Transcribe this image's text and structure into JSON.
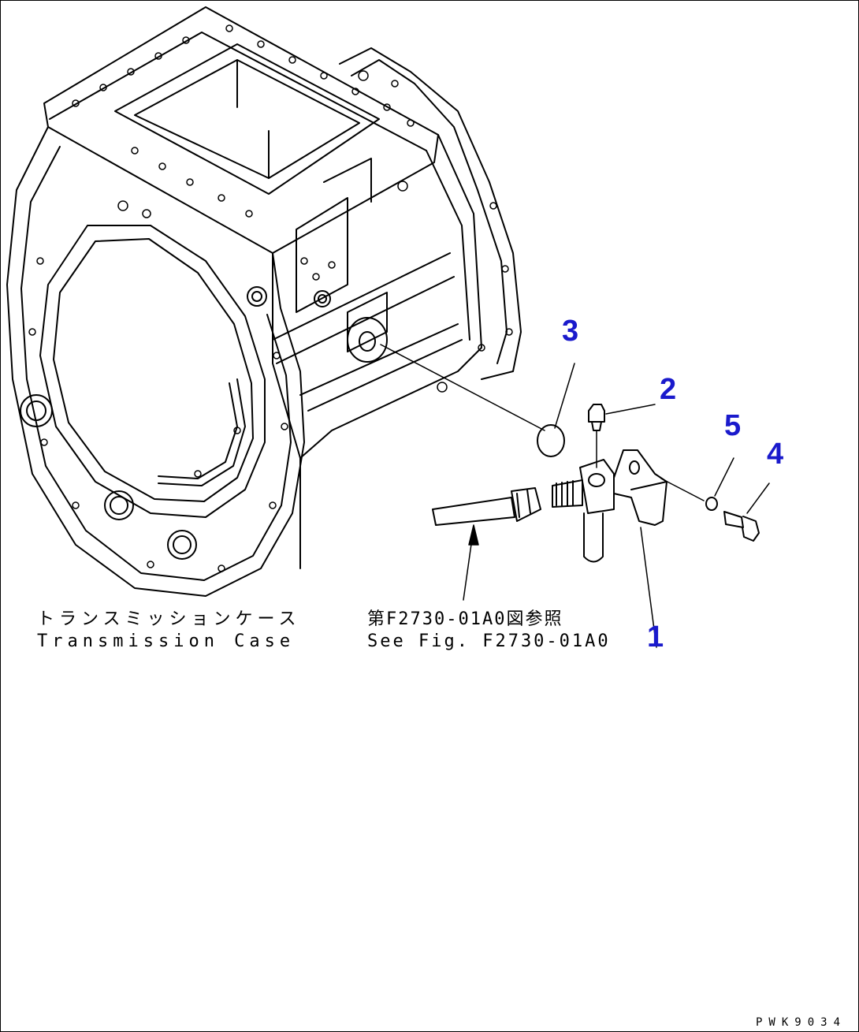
{
  "labels": {
    "case_jp": "トランスミッションケース",
    "case_en": "Transmission Case",
    "ref_jp": "第F2730-01A0図参照",
    "ref_en": "See Fig. F2730-01A0"
  },
  "callouts": [
    "1",
    "2",
    "3",
    "4",
    "5"
  ],
  "drawing_code": "PWK9034",
  "colors": {
    "callout": "#1a1acc",
    "line": "#000000"
  }
}
